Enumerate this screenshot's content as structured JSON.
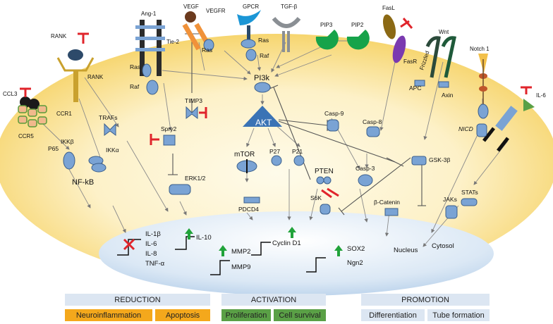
{
  "receptors": {
    "ang1": "Ang-1",
    "tie2": "Tie-2",
    "vegf": "VEGF",
    "vegfr": "VEGFR",
    "gpcr": "GPCR",
    "tgfb": "TGF-β",
    "pip3": "PIP3",
    "pip2": "PIP2",
    "fasl": "FasL",
    "fasr": "FasR",
    "wnt": "Wnt",
    "frizzled": "Frizzled",
    "notch1": "Notch 1",
    "il6": "IL-6",
    "rank_top": "RANK",
    "rank": "RANK",
    "ccl3": "CCL3",
    "ccr1": "CCR1",
    "ccr5": "CCR5"
  },
  "cytosol_labels": {
    "ras_left": "Ras",
    "raf_left": "Raf",
    "ras_vegfr": "Ras",
    "ras_gpcr": "Ras",
    "raf_gpcr": "Raf",
    "pi3k": "PI3k",
    "akt": "AKT",
    "timp3": "TIMP3",
    "traf": "TRAFs",
    "spry2": "Spry2",
    "erk": "ERK1/2",
    "ikkb": "IKKβ",
    "ikka": "IKKα",
    "p65": "P65",
    "nfkb": "NF-kB",
    "mtor": "mTOR",
    "p27": "P27",
    "p21": "P21",
    "pdcd4": "PDCD4",
    "pten": "PTEN",
    "s6k": "S6K",
    "casp9": "Casp-9",
    "casp8": "Casp-8",
    "casp3": "Casp-3",
    "apc": "APC",
    "axin": "Axin",
    "gsk3b": "GSK-3β",
    "bcatenin": "β-Catenin",
    "nicd": "NICD",
    "jaks": "JAKs",
    "stats": "STATs"
  },
  "nucleus_labels": {
    "il1b": "IL-1β",
    "il6": "IL-6",
    "il8": "IL-8",
    "tnfa": "TNF-α",
    "il10": "IL-10",
    "mmp2": "MMP2",
    "mmp9": "MMP9",
    "cyclind1": "Cyclin D1",
    "sox2": "SOX2",
    "ngn2": "Ngn2",
    "nucleus": "Nucleus",
    "cytosol": "Cytosol"
  },
  "legend": {
    "reduction": {
      "title": "REDUCTION",
      "items": [
        "Neuroinflammation",
        "Apoptosis"
      ]
    },
    "activation": {
      "title": "ACTIVATION",
      "items": [
        "Proliferation",
        "Cell survival"
      ]
    },
    "promotion": {
      "title": "PROMOTION",
      "items": [
        "Differentiation",
        "Tube formation"
      ]
    }
  },
  "colors": {
    "cytoplasm_inner": "#fdf0c4",
    "cytoplasm_outer": "#f7d46a",
    "nucleus": "#c4d9ee",
    "protein_blue": "#7aa3d4",
    "protein_stroke": "#3b5f8c",
    "inhibit_red": "#e0242b",
    "up_green": "#21a33a",
    "reduction_orange": "#f4a81c",
    "activation_green": "#5aa046",
    "promotion_blue": "#dce6f2"
  }
}
